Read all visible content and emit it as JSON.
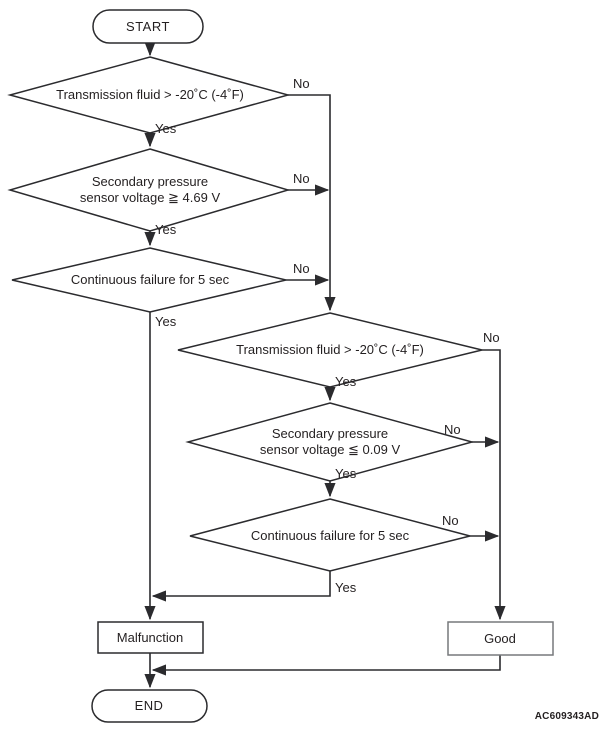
{
  "diagram": {
    "title_hint": "diagnostic-flowchart",
    "watermark": "AC609343AD",
    "colors": {
      "line": "#2b2b2e",
      "text": "#231f20",
      "background": "#ffffff",
      "good_box_border": "#77797c"
    },
    "nodes": {
      "start": {
        "label": "START"
      },
      "d1": {
        "label": "Transmission fluid > -20˚C (-4˚F)"
      },
      "d2": {
        "line1": "Secondary pressure",
        "line2": "sensor voltage ≧ 4.69 V"
      },
      "d3": {
        "label": "Continuous failure for 5 sec"
      },
      "d4": {
        "label": "Transmission fluid > -20˚C (-4˚F)"
      },
      "d5": {
        "line1": "Secondary pressure",
        "line2": "sensor voltage ≦ 0.09 V"
      },
      "d6": {
        "label": "Continuous failure for 5 sec"
      },
      "malfunction": {
        "label": "Malfunction"
      },
      "good": {
        "label": "Good"
      },
      "end": {
        "label": "END"
      }
    },
    "edge_labels": {
      "d1_no": "No",
      "d1_yes": "Yes",
      "d2_no": "No",
      "d2_yes": "Yes",
      "d3_no": "No",
      "d3_yes": "Yes",
      "d4_no": "No",
      "d4_yes": "Yes",
      "d5_no": "No",
      "d5_yes": "Yes",
      "d6_no": "No",
      "d6_yes": "Yes"
    }
  }
}
